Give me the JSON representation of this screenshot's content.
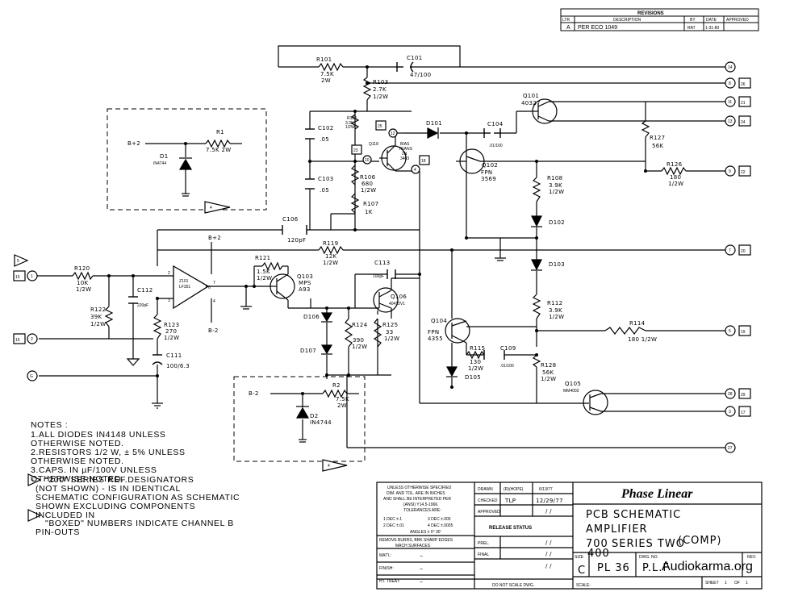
{
  "revisions": {
    "title": "REVISIONS",
    "headers": [
      "LTR",
      "DESCRIPTION",
      "BY",
      "DATE",
      "APPROVED"
    ],
    "row": {
      "ltr": "A",
      "description": "PER ECO 1049",
      "by": "RAT",
      "date": "1-31-80",
      "approved": ""
    }
  },
  "components": {
    "R101": {
      "ref": "R101",
      "v1": "7.5K",
      "v2": "2W"
    },
    "C101": {
      "ref": "C101",
      "v1": "47/100"
    },
    "R103": {
      "ref": "R103",
      "v1": "2.7K",
      "v2": "1/2W"
    },
    "R1": {
      "ref": "R1",
      "v1": "7.5K 2W"
    },
    "D1": {
      "ref": "D1",
      "v1": "IN4744"
    },
    "Bp2": {
      "ref": "B+2"
    },
    "C102": {
      "ref": "C102",
      "v1": ".05"
    },
    "R104": {
      "ref": "R104",
      "v1": "3.3K",
      "v2": "1/2W"
    },
    "Q118": {
      "ref": "Q118"
    },
    "BIAS": {
      "v1": "BIAS",
      "v2": "TRANS",
      "v3": "2N",
      "v4": "3403"
    },
    "D101": {
      "ref": "D101"
    },
    "C104": {
      "ref": "C104",
      "v1": ".01/100"
    },
    "Q101": {
      "ref": "Q101",
      "v1": "40327"
    },
    "R127": {
      "ref": "R127",
      "v1": "56K"
    },
    "R126": {
      "ref": "R126",
      "v1": "180",
      "v2": "1/2W"
    },
    "C103": {
      "ref": "C103",
      "v1": ".05"
    },
    "R106": {
      "ref": "R106",
      "v1": "680",
      "v2": "1/2W"
    },
    "R107": {
      "ref": "R107",
      "v1": "1K"
    },
    "Q102": {
      "ref": "Q102",
      "v1": "FPN",
      "v2": "3569"
    },
    "R108": {
      "ref": "R108",
      "v1": "3.9K",
      "v2": "1/2W"
    },
    "D102": {
      "ref": "D102"
    },
    "C106": {
      "ref": "C106",
      "v1": "120pF"
    },
    "R119": {
      "ref": "R119",
      "v1": "12K",
      "v2": "1/2W"
    },
    "D103": {
      "ref": "D103"
    },
    "R120": {
      "ref": "R120",
      "v1": "10K",
      "v2": "1/2W"
    },
    "C112": {
      "ref": "C112",
      "v1": "220pF"
    },
    "R122": {
      "ref": "R122",
      "v1": "39K",
      "v2": "1/2W"
    },
    "Z101": {
      "ref": "Z101",
      "v1": "LF351"
    },
    "R121": {
      "ref": "R121",
      "v1": "1.5K",
      "v2": "1/2W"
    },
    "Q103": {
      "ref": "Q103",
      "v1": "MPS",
      "v2": "A93"
    },
    "C113": {
      "ref": "C113",
      "v1": "100pF"
    },
    "Q106": {
      "ref": "Q106",
      "v1": "40412V1"
    },
    "R112": {
      "ref": "R112",
      "v1": "3.9K",
      "v2": "1/2W"
    },
    "R123": {
      "ref": "R123",
      "v1": "270",
      "v2": "1/2W"
    },
    "C111": {
      "ref": "C111",
      "v1": "100/6.3"
    },
    "D106": {
      "ref": "D106"
    },
    "D107": {
      "ref": "D107"
    },
    "R124": {
      "ref": "R124",
      "v1": "390",
      "v2": "1/2W"
    },
    "R125": {
      "ref": "R125",
      "v1": "33",
      "v2": "1/2W"
    },
    "Q104": {
      "ref": "Q104",
      "v1": "FPN",
      "v2": "4355"
    },
    "R114": {
      "ref": "R114",
      "v1": "180 1/2W"
    },
    "R115": {
      "ref": "R115",
      "v1": "130",
      "v2": "1/2W"
    },
    "C109": {
      "ref": "C109",
      "v1": ".01/100"
    },
    "R128": {
      "ref": "R128",
      "v1": "56K",
      "v2": "1/2W"
    },
    "D105": {
      "ref": "D105"
    },
    "Q105": {
      "ref": "Q105",
      "v1": "MM4003"
    },
    "R2": {
      "ref": "R2",
      "v1": "7.5K",
      "v2": "2W"
    },
    "D2": {
      "ref": "D2",
      "v1": "IN4744"
    },
    "Bm2": {
      "ref": "B-2"
    },
    "Bp2b": {
      "ref": "B+2"
    },
    "Bm2b": {
      "ref": "B-2"
    }
  },
  "pins": {
    "p14": "14",
    "p8": "8",
    "p26": "26",
    "p11": "11",
    "p21": "21",
    "p13": "13",
    "p24": "24",
    "p9": "9",
    "p22": "22",
    "p7": "7",
    "p20": "20",
    "p5": "5",
    "p19": "19",
    "p28": "28",
    "p29": "29",
    "p3": "3",
    "p17": "17",
    "p27": "27",
    "in5": "5",
    "in15": "15",
    "in1": "1",
    "in16": "16",
    "in2": "2",
    "inG": "G",
    "op7": "7",
    "op6": "6",
    "op2": "2",
    "op3": "3",
    "op4": "4",
    "b25": "25",
    "b12": "12",
    "b23": "23",
    "b10": "10",
    "b4": "4",
    "b18": "18",
    "flag4": "4"
  },
  "notes": {
    "title": "NOTES :",
    "lines": [
      "1.ALL DIODES IN4148 UNLESS",
      "OTHERWISE NOTED.",
      "2.RESISTORS 1/2 W, ± 5% UNLESS",
      "OTHERWISE NOTED.",
      "3.CAPS. IN µF/100V UNLESS",
      "OTHERWISE NOTED.",
      "\"200\" SERIES REF.DESIGNATORS",
      "(NOT SHOWN) - IS IN IDENTICAL",
      "SCHEMATIC CONFIGURATION AS SCHEMATIC",
      "SHOWN EXCLUDING COMPONENTS",
      "INCLUDED IN",
      "\"BOXED\" NUMBERS INDICATE CHANNEL B",
      "PIN-OUTS"
    ],
    "n4": "4",
    "n4b": "4"
  },
  "titleblock": {
    "unless": [
      "UNLESS OTHERWISE SPECIFIED",
      "DIM. AND TOL. ARE IN INCHES",
      "AND SHALL BE INTERPRETED PER",
      "(ANSI) Y14.5-1966.",
      "TOLERANCES ARE:"
    ],
    "tol1": "1 DEC ±.1",
    "tol2": "3 DEC ±.005",
    "tol3": "2 DEC ±.01",
    "tol4": "4 DEC ±.0005",
    "angles": "ANGLES ±  0° 30'",
    "burrs": "REMOVE BURRS, BRK SHARP EDGES",
    "surfaces": "MACH SURFACES",
    "matl": "MAT'L:",
    "finish": "FINISH:",
    "httreat": "HT. TREAT:",
    "tilde": "~",
    "drawn": "DRAWN",
    "drawn_by": "(R)(HOPE)",
    "drawn_date": "6/13/77",
    "checked": "CHECKED",
    "checked_by": "TLP",
    "checked_date": "12/29/77",
    "approved": "APPROVED",
    "slashes": "/ /",
    "release": "RELEASE STATUS",
    "prel": "PREL.",
    "final": "FINAL",
    "noscale": "DO NOT SCALE DWG.",
    "brand": "Phase Linear",
    "title1": "PCB SCHEMATIC",
    "title2": "AMPLIFIER",
    "title3a": "700",
    "title3b": "SERIES TWO",
    "title3c": "(COMP)",
    "title3d": "400",
    "size_lbl": "SIZE",
    "size": "C",
    "pl": "PL 36",
    "dwgno_lbl": "DWG. NO.",
    "dwgno": "P.L.F",
    "rev_lbl": "REV.",
    "scale_lbl": "SCALE:",
    "sheet_lbl": "SHEET",
    "sheet": "1",
    "of": "OF",
    "of_n": "1"
  },
  "watermark": "Audiokarma.org"
}
